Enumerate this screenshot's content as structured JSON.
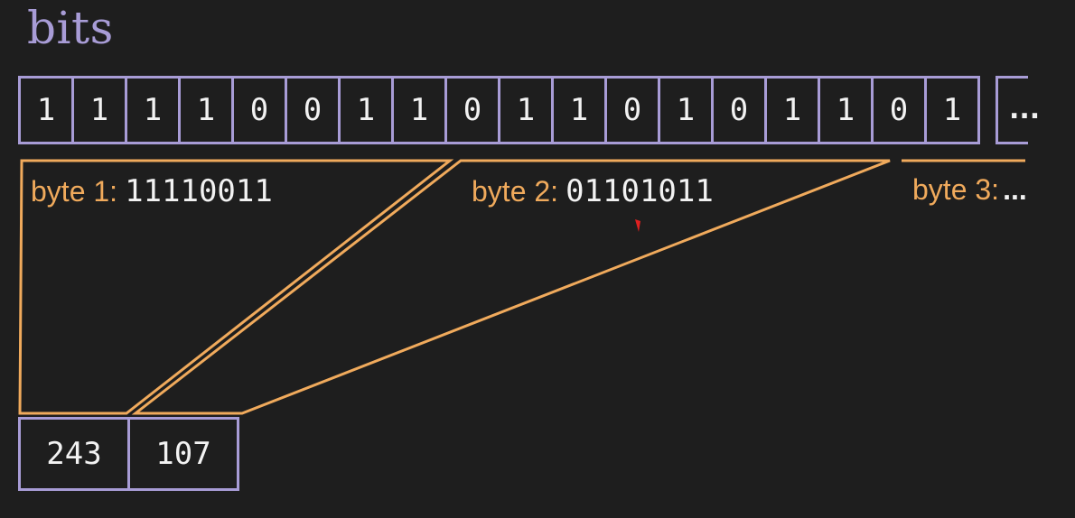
{
  "title": "bits",
  "bits": [
    "1",
    "1",
    "1",
    "1",
    "0",
    "0",
    "1",
    "1",
    "0",
    "1",
    "1",
    "0",
    "1",
    "0",
    "1",
    "1",
    "0",
    "1"
  ],
  "bits_continuation": "...",
  "bytes": [
    {
      "label": "byte 1:",
      "bits": "11110011"
    },
    {
      "label": "byte 2:",
      "bits": "01101011"
    },
    {
      "label": "byte 3:",
      "bits": "..."
    }
  ],
  "values": [
    "243",
    "107"
  ],
  "colors": {
    "background": "#1e1e1e",
    "cell_border": "#a89cd6",
    "byte_highlight": "#f0aa5c",
    "text": "#f2f2f2",
    "cursor": "#e02020"
  }
}
